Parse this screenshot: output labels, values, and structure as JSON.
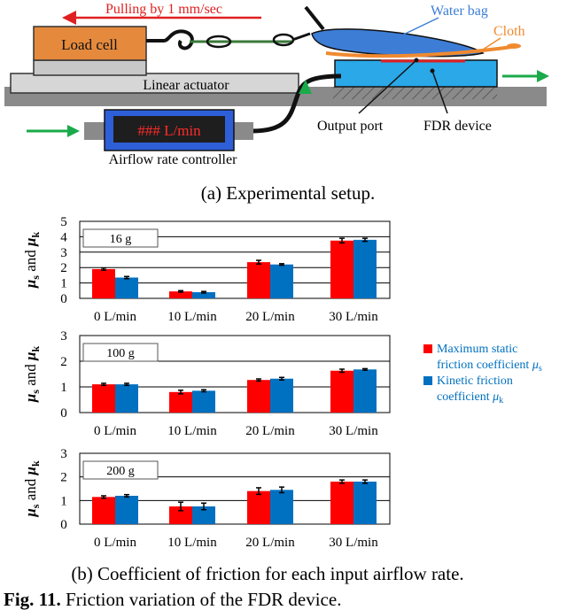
{
  "setup": {
    "pulling_label": "Pulling by 1 mm/sec",
    "load_cell_label": "Load cell",
    "linear_actuator_label": "Linear actuator",
    "water_bag_label": "Water bag",
    "cloth_label": "Cloth",
    "output_port_label": "Output port",
    "fdr_device_label": "FDR device",
    "airflow_display": "### L/min",
    "airflow_controller_label": "Airflow rate controller",
    "caption": "(a) Experimental setup."
  },
  "colors": {
    "load_cell": "#e58a3d",
    "fdr_blue": "#2aa8e8",
    "water_bag": "#3d7dd6",
    "cloth": "#f08a30",
    "arrow_green": "#1aaa4a",
    "arrow_red": "#e02020",
    "static_red": "#ff0000",
    "kinetic_blue": "#0070c0",
    "display_bg": "#1e1e1e",
    "display_text": "#ff2a2a",
    "controller_blue": "#2e5fd8"
  },
  "y_axis_label": {
    "mu": "μ",
    "s": "s",
    "and": " and ",
    "k": "k"
  },
  "legend": {
    "static_line1": "Maximum static",
    "static_line2": "friction coefficient ",
    "static_mu": "μ",
    "static_sub": "s",
    "kinetic_line1": "Kinetic friction",
    "kinetic_line2": "coefficient ",
    "kinetic_mu": "μ",
    "kinetic_sub": "k"
  },
  "chart_data": [
    {
      "type": "bar",
      "load_label": "16 g",
      "categories": [
        "0 L/min",
        "10 L/min",
        "20 L/min",
        "30 L/min"
      ],
      "ylim": [
        0,
        5
      ],
      "yticks": [
        "0",
        "1",
        "2",
        "3",
        "4",
        "5"
      ],
      "series": [
        {
          "color": "#ff0000",
          "values": [
            1.9,
            0.45,
            2.35,
            3.75
          ],
          "errors": [
            0.07,
            0.05,
            0.12,
            0.15
          ]
        },
        {
          "color": "#0070c0",
          "values": [
            1.35,
            0.4,
            2.2,
            3.8
          ],
          "errors": [
            0.07,
            0.05,
            0.05,
            0.1
          ]
        }
      ]
    },
    {
      "type": "bar",
      "load_label": "100 g",
      "categories": [
        "0 L/min",
        "10 L/min",
        "20 L/min",
        "30 L/min"
      ],
      "ylim": [
        0,
        3
      ],
      "yticks": [
        "0",
        "1",
        "2",
        "3"
      ],
      "series": [
        {
          "color": "#ff0000",
          "values": [
            1.1,
            0.8,
            1.27,
            1.63
          ],
          "errors": [
            0.04,
            0.07,
            0.04,
            0.06
          ]
        },
        {
          "color": "#0070c0",
          "values": [
            1.1,
            0.85,
            1.32,
            1.68
          ],
          "errors": [
            0.04,
            0.04,
            0.05,
            0.03
          ]
        }
      ]
    },
    {
      "type": "bar",
      "load_label": "200 g",
      "categories": [
        "0 L/min",
        "10 L/min",
        "20 L/min",
        "30 L/min"
      ],
      "ylim": [
        0,
        3
      ],
      "yticks": [
        "0",
        "1",
        "2",
        "3"
      ],
      "series": [
        {
          "color": "#ff0000",
          "values": [
            1.15,
            0.75,
            1.4,
            1.8
          ],
          "errors": [
            0.05,
            0.18,
            0.14,
            0.07
          ]
        },
        {
          "color": "#0070c0",
          "values": [
            1.2,
            0.75,
            1.45,
            1.8
          ],
          "errors": [
            0.05,
            0.14,
            0.12,
            0.07
          ]
        }
      ]
    }
  ],
  "caption_b": "(b) Coefficient of friction for each input airflow rate.",
  "fig_caption": {
    "label": "Fig. 11.",
    "text": " Friction variation of the FDR device."
  }
}
